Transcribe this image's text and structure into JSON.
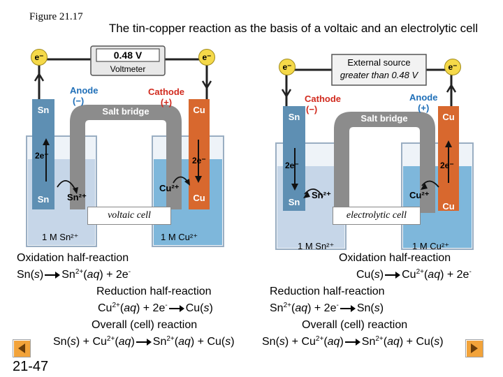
{
  "figure_label": "Figure 21.17",
  "title": "The tin-copper reaction as the basis of a voltaic and an electrolytic cell",
  "voltaic": {
    "meter_value": "0.48 V",
    "meter_label": "Voltmeter",
    "electron_left": "e⁻",
    "electron_right": "e⁻",
    "anode_label": "Anode",
    "anode_sign": "(−)",
    "cathode_label": "Cathode",
    "cathode_sign": "(+)",
    "salt_bridge": "Salt bridge",
    "left_metal_top": "Sn",
    "left_metal_bottom": "Sn",
    "left_ion": "Sn²⁺",
    "left_electrons": "2e⁻",
    "right_metal_top": "Cu",
    "right_metal_bottom": "Cu",
    "right_ion": "Cu²⁺",
    "right_electrons": "2e⁻",
    "left_solution": "1 M Sn²⁺",
    "right_solution": "1 M Cu²⁺",
    "caption": "voltaic cell"
  },
  "electrolytic": {
    "source_line1": "External source",
    "source_line2": "greater than 0.48 V",
    "electron_left": "e⁻",
    "electron_right": "e⁻",
    "cathode_label": "Cathode",
    "cathode_sign": "(−)",
    "anode_label": "Anode",
    "anode_sign": "(+)",
    "salt_bridge": "Salt bridge",
    "left_metal_top": "Sn",
    "left_metal_bottom": "Sn",
    "left_ion": "Sn²⁺",
    "left_electrons": "2e⁻",
    "right_metal_top": "Cu",
    "right_metal_bottom": "Cu",
    "right_ion": "Cu²⁺",
    "right_electrons": "2e⁻",
    "left_solution": "1 M Sn²⁺",
    "right_solution": "1 M Cu²⁺",
    "caption": "electrolytic cell"
  },
  "left_equations": {
    "ox_heading": "Oxidation half-reaction",
    "ox_lhs": "Sn(s)",
    "ox_rhs": "Sn2+(aq) + 2e-",
    "red_heading": "Reduction half-reaction",
    "red_lhs": "Cu2+(aq) + 2e-",
    "red_rhs": "Cu(s)",
    "overall_heading": "Overall (cell) reaction",
    "overall_lhs": "Sn(s) + Cu2+(aq)",
    "overall_rhs": "Sn2+(aq) + Cu(s)"
  },
  "right_equations": {
    "ox_heading": "Oxidation half-reaction",
    "ox_lhs": "Cu(s)",
    "ox_rhs": "Cu2+(aq) + 2e-",
    "red_heading": "Reduction half-reaction",
    "red_lhs": "Sn2+(aq) + 2e-",
    "red_rhs": "Sn(s)",
    "overall_heading": "Overall (cell) reaction",
    "overall_lhs": "Sn(s) + Cu2+(aq)",
    "overall_rhs": "Sn2+(aq) + Cu(s)"
  },
  "slide_number": "21-47",
  "colors": {
    "anode_blue": "#1f6fb8",
    "cathode_red": "#d12a1e",
    "solution_left": "#c6d6e8",
    "solution_right": "#7eb7db",
    "tin_electrode": "#5e8fb3",
    "copper_electrode": "#d8682e",
    "salt_bridge": "#8c8c8c",
    "nav_button": "#f2a33a"
  },
  "icons": [
    "nav-back-icon",
    "nav-forward-icon",
    "electron-icon"
  ]
}
